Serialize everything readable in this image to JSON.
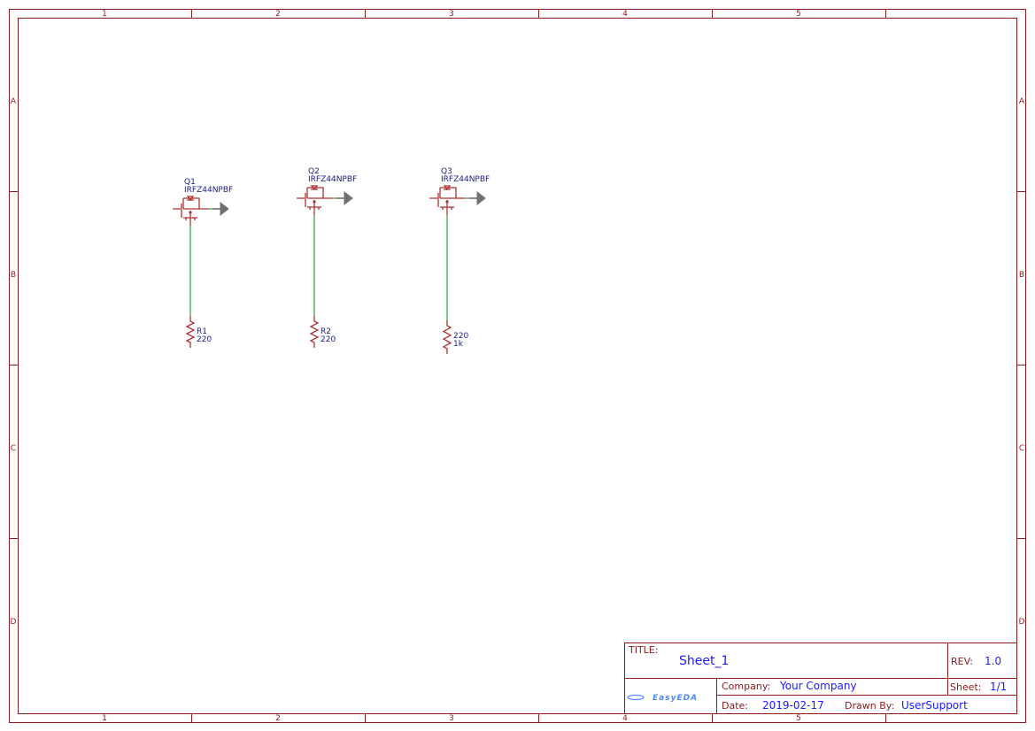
{
  "frame": {
    "columns": [
      "1",
      "2",
      "3",
      "4",
      "5"
    ],
    "rows": [
      "A",
      "B",
      "C",
      "D"
    ]
  },
  "components": [
    {
      "ref": "Q1",
      "value": "IRFZ44NPBF"
    },
    {
      "ref": "Q2",
      "value": "IRFZ44NPBF"
    },
    {
      "ref": "Q3",
      "value": "IRFZ44NPBF"
    },
    {
      "ref": "R1",
      "value": "220"
    },
    {
      "ref": "R2",
      "value": "220"
    },
    {
      "ref": "220",
      "value": "1k"
    }
  ],
  "title_block": {
    "title_label": "TITLE:",
    "title": "Sheet_1",
    "rev_label": "REV:",
    "rev": "1.0",
    "company_label": "Company:",
    "company": "Your Company",
    "sheet_label": "Sheet:",
    "sheet": "1/1",
    "date_label": "Date:",
    "date": "2019-02-17",
    "drawn_label": "Drawn By:",
    "drawn_by": "UserSupport",
    "logo": "EasyEDA"
  },
  "colors": {
    "frame": "#8b1a1a",
    "wire": "#5cbf5c",
    "symbol": "#b03030",
    "text": "#1a1a8b",
    "value": "#1a1aff"
  }
}
